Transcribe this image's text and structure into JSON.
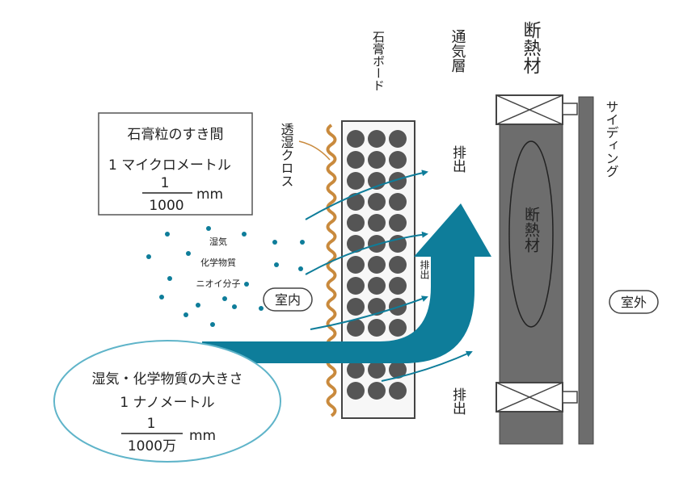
{
  "labels": {
    "gypsum_board": "石膏ボード",
    "ventilation_layer": "通気層",
    "insulation_top": "断熱材",
    "insulation_center": "断熱材",
    "siding": "サイディング",
    "breathable_cloth": "透湿クロス",
    "exhaust_top": "排出",
    "exhaust_middle": "排出",
    "exhaust_bottom": "排出",
    "indoor": "室内",
    "outdoor": "室外"
  },
  "gap_box": {
    "title": "石膏粒のすき間",
    "size_text": "1 マイクロメートル",
    "numerator": "1",
    "denominator": "1000",
    "unit": "mm"
  },
  "particles": {
    "line1": "湿気",
    "line2": "化学物質",
    "line3": "ニオイ分子"
  },
  "size_ellipse": {
    "title": "湿気・化学物質の大きさ",
    "size_text": "1 ナノメートル",
    "numerator": "1",
    "denominator": "1000万",
    "unit": "mm"
  },
  "colors": {
    "flow": "#0e7d9a",
    "flow_light": "#2a9bb8",
    "gypsum_dot": "#555555",
    "insulation": "#6d6d6d",
    "cloth": "#c98a3d",
    "ellipse_border": "#5fb4c9"
  }
}
